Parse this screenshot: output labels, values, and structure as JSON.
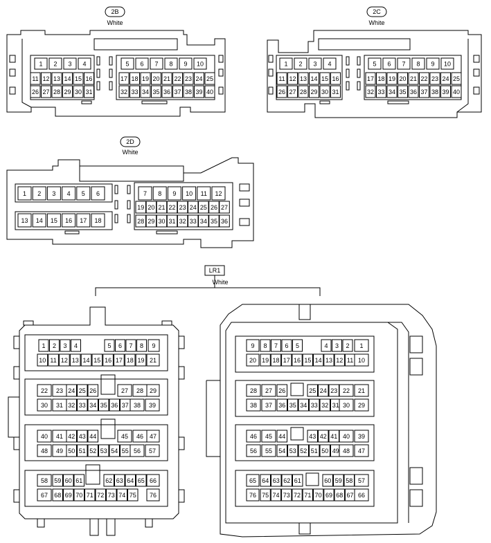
{
  "connectors": {
    "c2b": {
      "tag": "2B",
      "color": "White"
    },
    "c2c": {
      "tag": "2C",
      "color": "White"
    },
    "c2d": {
      "tag": "2D",
      "color": "White"
    },
    "lr1": {
      "tag": "LR1",
      "color": "White"
    }
  },
  "pins": {
    "c2b": [
      "1",
      "2",
      "3",
      "4",
      "5",
      "6",
      "7",
      "8",
      "9",
      "10",
      "11",
      "12",
      "13",
      "14",
      "15",
      "16",
      "17",
      "18",
      "19",
      "20",
      "21",
      "22",
      "23",
      "24",
      "25",
      "26",
      "27",
      "28",
      "29",
      "30",
      "31",
      "32",
      "33",
      "34",
      "35",
      "36",
      "37",
      "38",
      "39",
      "40"
    ],
    "c2c": [
      "1",
      "2",
      "3",
      "4",
      "5",
      "6",
      "7",
      "8",
      "9",
      "10",
      "11",
      "12",
      "13",
      "14",
      "15",
      "16",
      "17",
      "18",
      "19",
      "20",
      "21",
      "22",
      "23",
      "24",
      "25",
      "26",
      "27",
      "28",
      "29",
      "30",
      "31",
      "32",
      "33",
      "34",
      "35",
      "36",
      "37",
      "38",
      "39",
      "40"
    ],
    "c2d": [
      "1",
      "2",
      "3",
      "4",
      "5",
      "6",
      "7",
      "8",
      "9",
      "10",
      "11",
      "12",
      "13",
      "14",
      "15",
      "16",
      "17",
      "18",
      "19",
      "20",
      "21",
      "22",
      "23",
      "24",
      "25",
      "26",
      "27",
      "28",
      "29",
      "30",
      "31",
      "32",
      "33",
      "34",
      "35",
      "36"
    ],
    "lr1_left": [
      "1",
      "2",
      "3",
      "4",
      "5",
      "6",
      "7",
      "8",
      "9",
      "10",
      "11",
      "12",
      "13",
      "14",
      "15",
      "16",
      "17",
      "18",
      "19",
      "20",
      "21",
      "22",
      "23",
      "24",
      "25",
      "26",
      "27",
      "28",
      "29",
      "30",
      "31",
      "32",
      "33",
      "34",
      "35",
      "36",
      "37",
      "38",
      "39",
      "40",
      "41",
      "42",
      "43",
      "44",
      "45",
      "46",
      "47",
      "48",
      "49",
      "50",
      "51",
      "52",
      "53",
      "54",
      "55",
      "56",
      "57",
      "58",
      "59",
      "60",
      "61",
      "62",
      "63",
      "64",
      "65",
      "66",
      "67",
      "68",
      "69",
      "70",
      "71",
      "72",
      "73",
      "74",
      "75",
      "76"
    ],
    "lr1_right": [
      "9",
      "8",
      "7",
      "6",
      "5",
      "4",
      "3",
      "2",
      "1",
      "20",
      "19",
      "18",
      "17",
      "16",
      "15",
      "14",
      "13",
      "12",
      "11",
      "10",
      "28",
      "27",
      "26",
      "25",
      "24",
      "23",
      "22",
      "21",
      "38",
      "37",
      "36",
      "35",
      "34",
      "33",
      "32",
      "31",
      "30",
      "29",
      "46",
      "45",
      "44",
      "43",
      "42",
      "41",
      "40",
      "39",
      "56",
      "55",
      "54",
      "53",
      "52",
      "51",
      "50",
      "49",
      "48",
      "47",
      "65",
      "64",
      "63",
      "62",
      "61",
      "60",
      "59",
      "58",
      "57",
      "76",
      "75",
      "74",
      "73",
      "72",
      "71",
      "70",
      "69",
      "68",
      "67",
      "66"
    ]
  }
}
